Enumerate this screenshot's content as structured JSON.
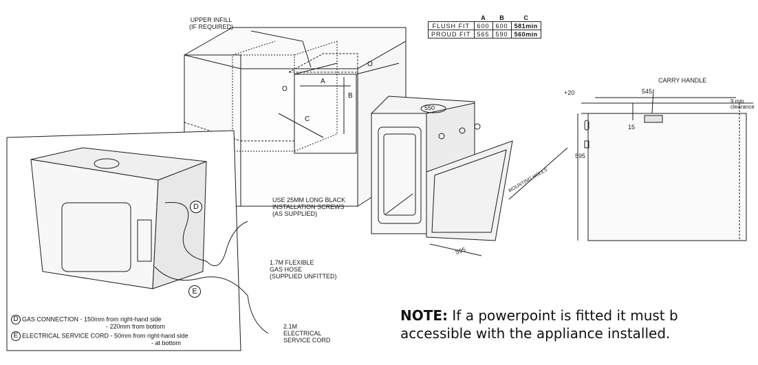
{
  "cabinet": {
    "upper_infill": "UPPER INFILL\n(IF REQUIRED)",
    "letters": {
      "a": "A",
      "b": "B",
      "c": "C",
      "o_left": "O",
      "o_right": "O"
    }
  },
  "fit_table": {
    "headers": [
      "",
      "A",
      "B",
      "C"
    ],
    "rows": [
      {
        "label": "FLUSH FIT",
        "a": "600",
        "b": "600",
        "c": "581min"
      },
      {
        "label": "PROUD FIT",
        "a": "565",
        "b": "590",
        "c": "560min"
      }
    ]
  },
  "oven_center": {
    "screws": "USE 25mm LONG BLACK\nINSTALLATION SCREWS\n(AS SUPPLIED)",
    "mounting_holes": "MOUNTING HOLES",
    "dim_top": "550",
    "dim_bottom": "595"
  },
  "side_view": {
    "carry_handle": "CARRY HANDLE",
    "dim_plus20": "+20",
    "dim_545": "545",
    "dim_15": "15",
    "dim_595": "595",
    "clearance": "9 min\nclearance"
  },
  "rear_view": {
    "callout_d": "D",
    "callout_e": "E",
    "gas_hose": "1.7m FLEXIBLE\nGAS HOSE\n(SUPPLIED UNFITTED)",
    "cord": "2.1m\nELECTRICAL\nSERVICE CORD",
    "legend": [
      {
        "letter": "D",
        "text": "GAS CONNECTION - 150mm from right-hand side",
        "sub": "- 220mm from bottom"
      },
      {
        "letter": "E",
        "text": "ELECTRICAL SERVICE CORD - 50mm from right-hand side",
        "sub": "- at bottom"
      }
    ]
  },
  "note": {
    "label": "NOTE:",
    "text_line1": "If a powerpoint is fitted it must b",
    "text_line2": "accessible with the appliance installed."
  }
}
